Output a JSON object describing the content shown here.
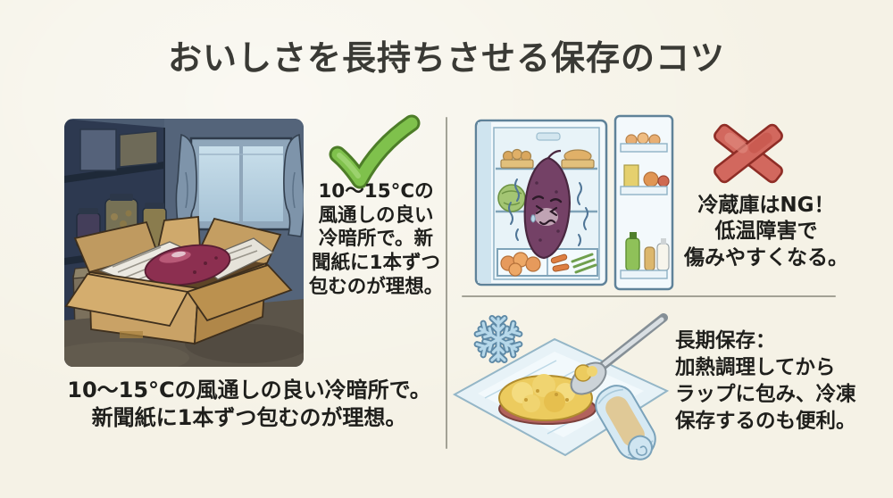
{
  "page": {
    "title": "おいしさを長持ちさせる保存のコツ",
    "background_color": "#f5f2e6",
    "text_color": "#1f1f1c",
    "divider_color": "#87877a"
  },
  "sections": {
    "good": {
      "icon": "checkmark-icon",
      "accent_color": "#7fc14c",
      "illustration": "sweet-potato-wrapped-in-newspaper-in-cardboard-box-in-dark-pantry",
      "note_lines": [
        "10〜15°Cの",
        "風通しの良い",
        "冷暗所で。新",
        "聞紙に1本ずつ",
        "包むのが理想。"
      ],
      "caption_lines": [
        "10〜15°Cの風通しの良い冷暗所で。",
        "新聞紙に1本ずつ包むのが理想。"
      ]
    },
    "fridge_ng": {
      "icon": "x-mark-icon",
      "accent_color": "#d2685e",
      "illustration": "shivering-sweet-potato-in-open-refrigerator",
      "note_lines": [
        "冷蔵庫はNG！",
        "低温障害で",
        "傷みやすくなる。"
      ]
    },
    "long_term": {
      "icon": "snowflake-icon",
      "accent_color": "#b6d8ea",
      "illustration": "mashed-sweet-potato-on-plastic-wrap-with-spoon-and-rolled-wrap",
      "note_lines": [
        "長期保存：",
        "加熱調理してから",
        "ラップに包み、冷凍",
        "保存するのも便利。"
      ]
    }
  }
}
